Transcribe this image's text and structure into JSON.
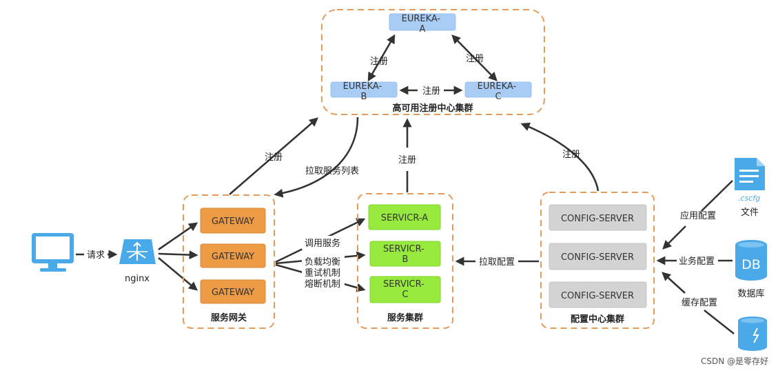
{
  "eureka_cluster": {
    "title": "高可用注册中心集群",
    "node_a": "EUREKA-\nA",
    "node_b": "EUREKA-\nB",
    "node_c": "EUREKA-\nC",
    "edge_ab": "注册",
    "edge_ac": "注册",
    "edge_bc": "注册"
  },
  "client": {
    "edge_to_nginx": "请求"
  },
  "nginx": {
    "label": "nginx"
  },
  "gateway_cluster": {
    "title": "服务网关",
    "nodes": [
      "GATEWAY",
      "GATEWAY",
      "GATEWAY"
    ],
    "edge_register": "注册",
    "edge_pull": "拉取服务列表"
  },
  "service_cluster": {
    "title": "服务集群",
    "nodes": [
      "SERVICR-A",
      "SERVICR-\nB",
      "SERVICR-\nC"
    ],
    "edge_register": "注册",
    "edge_labels": [
      "调用服务",
      "负载均衡",
      "重试机制",
      "熔断机制"
    ]
  },
  "config_cluster": {
    "title": "配置中心集群",
    "nodes": [
      "CONFIG-SERVER",
      "CONFIG-SERVER",
      "CONFIG-SERVER"
    ],
    "edge_register": "注册",
    "edge_pull": "拉取配置"
  },
  "sources": {
    "file": {
      "icon_text": ".cscfg",
      "label": "文件",
      "edge": "应用配置"
    },
    "db": {
      "icon_text": "DB",
      "label": "数据库",
      "edge": "业务配置"
    },
    "cache": {
      "label": "",
      "edge": "缓存配置"
    }
  },
  "watermark": "CSDN @是零存好",
  "colors": {
    "eureka": "#a9ccf5",
    "gateway": "#ee9b45",
    "service": "#97ea3d",
    "config": "#d3d3d3",
    "cluster_border": "#e59a5a",
    "icon_blue": "#4aa9e8"
  }
}
